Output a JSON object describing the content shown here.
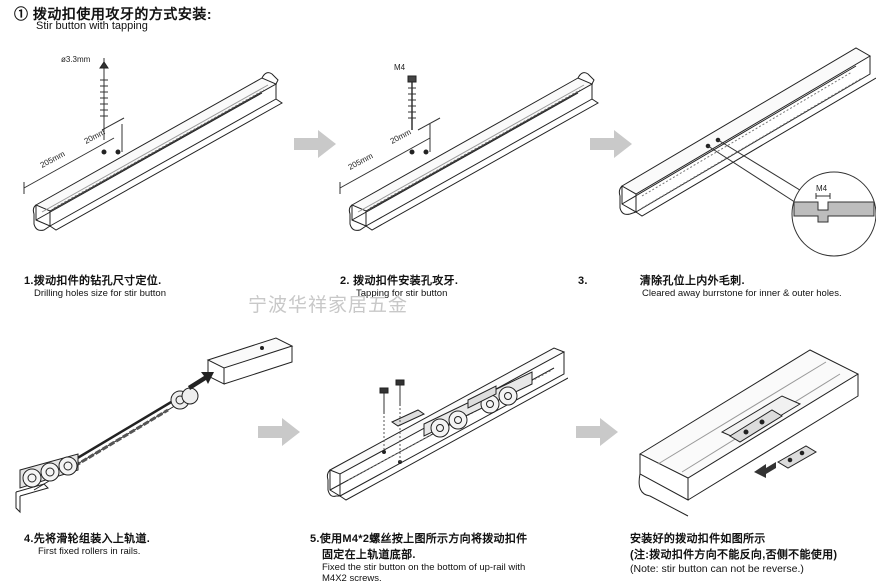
{
  "header": {
    "title_cn": "① 拨动扣使用攻牙的方式安装:",
    "title_en": "Stir button with tapping"
  },
  "watermark": "宁波华祥家居五金",
  "steps": [
    {
      "num": "1.",
      "cn": "拨动扣件的钻孔尺寸定位.",
      "en": "Drilling holes size for stir button",
      "labels": {
        "drill": "ø3.3mm",
        "len": "205mm",
        "gap": "20mm"
      }
    },
    {
      "num": "2.",
      "cn": "拨动扣件安装孔攻牙.",
      "en": "Tapping for stir button",
      "labels": {
        "tap": "M4",
        "len": "205mm",
        "gap": "20mm"
      }
    },
    {
      "num": "3.",
      "cn": "清除孔位上内外毛刺.",
      "en": "Cleared away burrstone for inner & outer holes.",
      "labels": {
        "zoom": "M4"
      }
    },
    {
      "num": "4.",
      "cn": "先将滑轮组装入上轨道.",
      "en": "First fixed rollers in rails."
    },
    {
      "num": "5.",
      "cn1": "使用M4*2螺丝按上图所示方向将拨动扣件",
      "cn2": "固定在上轨道底部.",
      "en1": "Fixed the stir button on the bottom of up-rail with",
      "en2": "M4X2 screws."
    },
    {
      "num": "",
      "cn1": "安装好的拨动扣件如图所示",
      "cn2": "(注:拨动扣件方向不能反向,否侧不能使用)",
      "en": "(Note: stir button can not be reverse.)"
    }
  ]
}
